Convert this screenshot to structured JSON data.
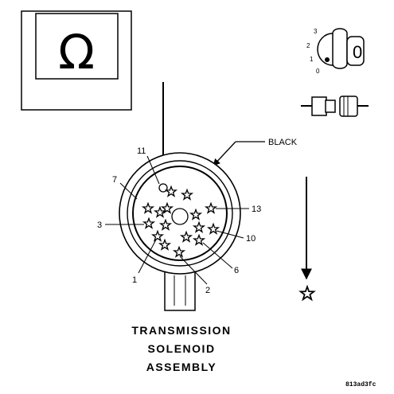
{
  "meter_symbol": "Ω",
  "ignition_switch": {
    "positions": [
      "3",
      "2",
      "1",
      "0"
    ],
    "key_glyph": "0",
    "icon": "ignition-key-icon"
  },
  "connector_icon": "disconnected-connector-icon",
  "probe_star_icon": "star-icon",
  "connector": {
    "color_label": "BLACK",
    "pin_labels": [
      "11",
      "7",
      "3",
      "1",
      "2",
      "6",
      "10",
      "13"
    ]
  },
  "title_lines": [
    "TRANSMISSION",
    "SOLENOID",
    "ASSEMBLY"
  ],
  "figure_code": "813ad3fc"
}
